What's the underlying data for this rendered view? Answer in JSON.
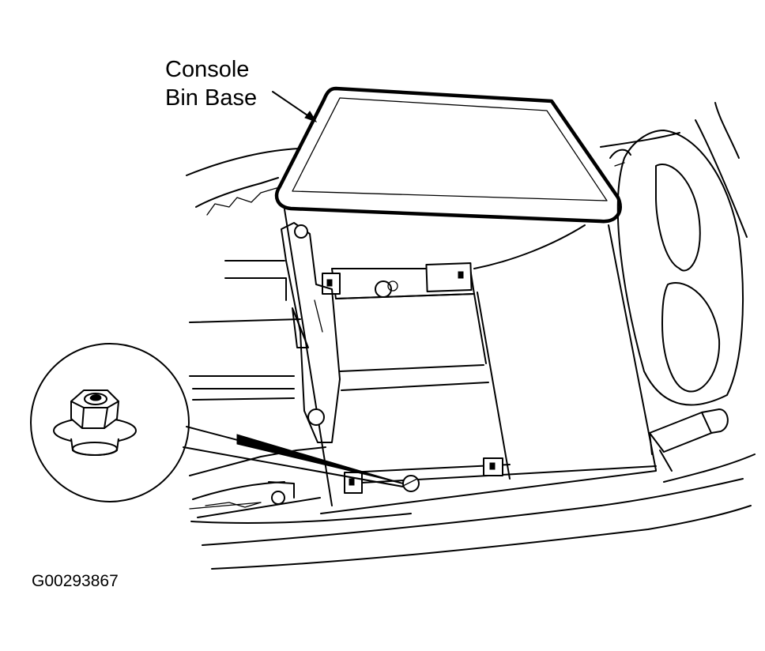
{
  "callout": {
    "line1": "Console",
    "line2": "Bin Base"
  },
  "figure_id": "G00293867",
  "colors": {
    "ink": "#000000",
    "paper": "#ffffff"
  },
  "icons": {
    "detail_view": "nut-bolt-detail-icon"
  }
}
